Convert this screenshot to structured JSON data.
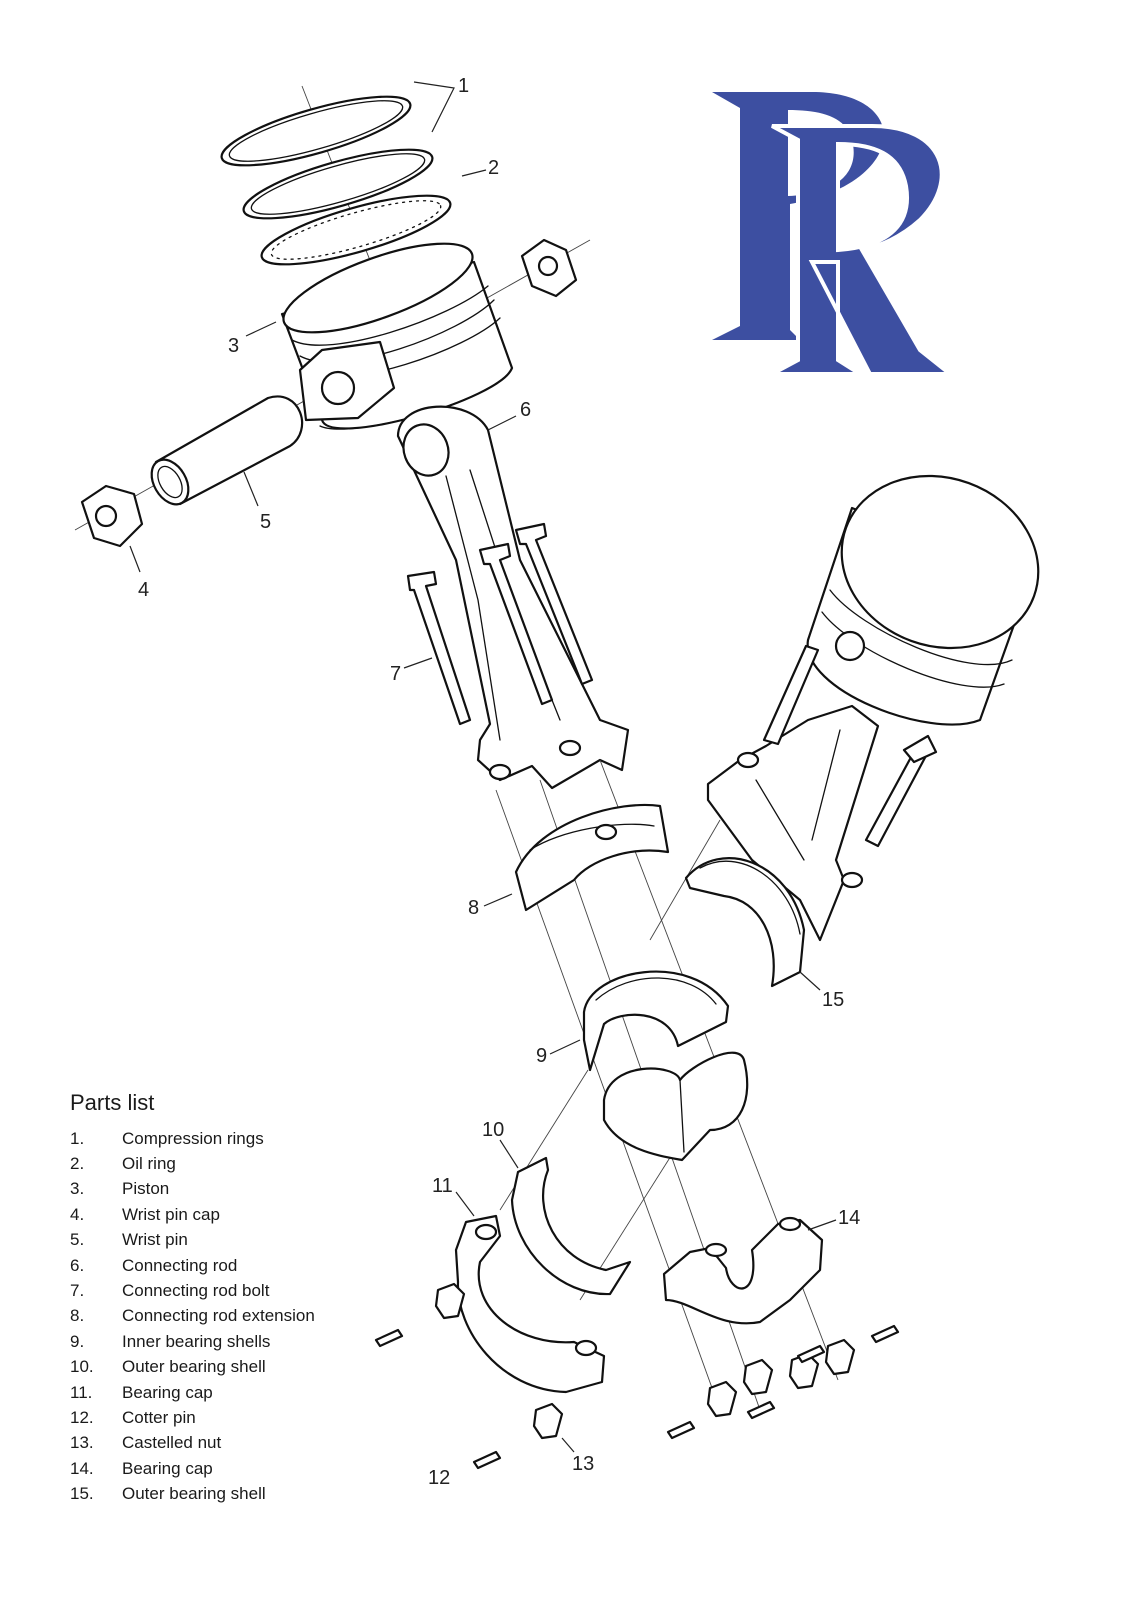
{
  "brand": {
    "logo_text": "RR",
    "logo_color": "#3d4fa1"
  },
  "callouts": [
    "1",
    "2",
    "3",
    "4",
    "5",
    "6",
    "7",
    "8",
    "9",
    "10",
    "11",
    "12",
    "13",
    "14",
    "15"
  ],
  "parts_list": {
    "title": "Parts list",
    "items": [
      {
        "num": "1.",
        "label": "Compression rings"
      },
      {
        "num": "2.",
        "label": "Oil ring"
      },
      {
        "num": "3.",
        "label": "Piston"
      },
      {
        "num": "4.",
        "label": "Wrist pin cap"
      },
      {
        "num": "5.",
        "label": "Wrist pin"
      },
      {
        "num": "6.",
        "label": "Connecting rod"
      },
      {
        "num": "7.",
        "label": "Connecting rod bolt"
      },
      {
        "num": "8.",
        "label": "Connecting rod extension"
      },
      {
        "num": "9.",
        "label": "Inner bearing shells"
      },
      {
        "num": "10.",
        "label": "Outer bearing shell"
      },
      {
        "num": "11.",
        "label": "Bearing cap"
      },
      {
        "num": "12.",
        "label": "Cotter pin"
      },
      {
        "num": "13.",
        "label": "Castelled nut"
      },
      {
        "num": "14.",
        "label": "Bearing cap"
      },
      {
        "num": "15.",
        "label": "Outer bearing shell"
      }
    ]
  }
}
